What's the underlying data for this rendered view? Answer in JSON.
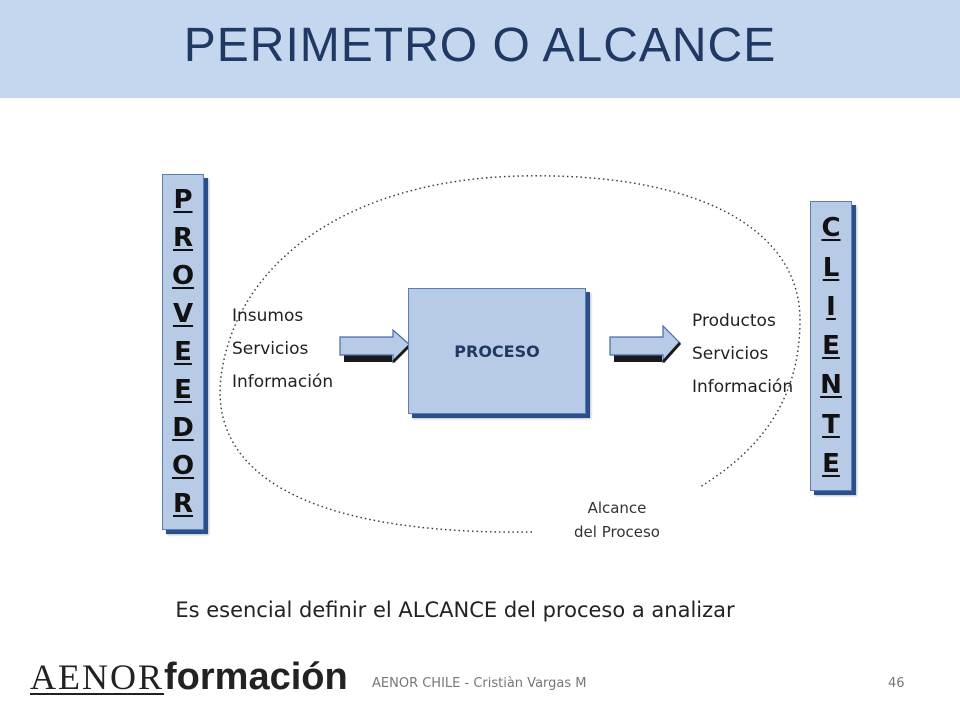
{
  "slide": {
    "title": "PERIMETRO O ALCANCE",
    "page_number": "46",
    "footer": "AENOR CHILE - Cristiàn Vargas M",
    "statement": "Es esencial definir el ALCANCE del proceso a analizar"
  },
  "diagram": {
    "supplier_letters": [
      "P",
      "R",
      "O",
      "V",
      "E",
      "E",
      "D",
      "O",
      "R"
    ],
    "client_letters": [
      "C",
      "L",
      "I",
      "E",
      "N",
      "T",
      "E"
    ],
    "process_label": "PROCESO",
    "inputs": [
      "Insumos",
      "Servicios",
      "Información"
    ],
    "outputs": [
      "Productos",
      "Servicios",
      "Información"
    ],
    "scope_label": [
      "Alcance",
      "del Proceso"
    ]
  },
  "logo": {
    "part1": "AENOR",
    "part2": "formación"
  },
  "colors": {
    "header": "#c5d7ee",
    "title": "#1f3864",
    "box_fill": "#b8cbe6",
    "box_shadow": "#2b4f8a"
  }
}
